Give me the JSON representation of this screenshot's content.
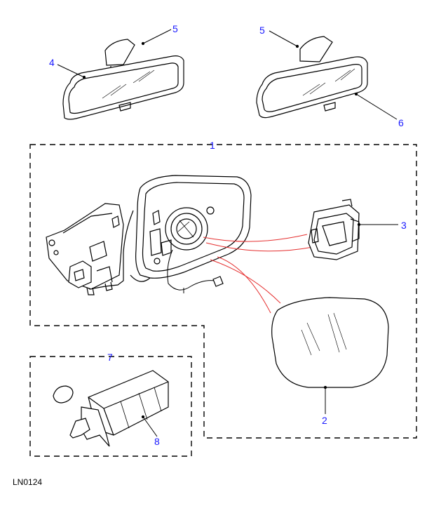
{
  "diagram": {
    "drawing_ref": "LN0124",
    "callout_color": "#1a1aff",
    "leader_color": "#000000",
    "guide_color": "#e53030",
    "callouts": {
      "c1": "1",
      "c2": "2",
      "c3": "3",
      "c4": "4",
      "c5a": "5",
      "c5b": "5",
      "c6": "6",
      "c7": "7",
      "c8": "8"
    }
  }
}
